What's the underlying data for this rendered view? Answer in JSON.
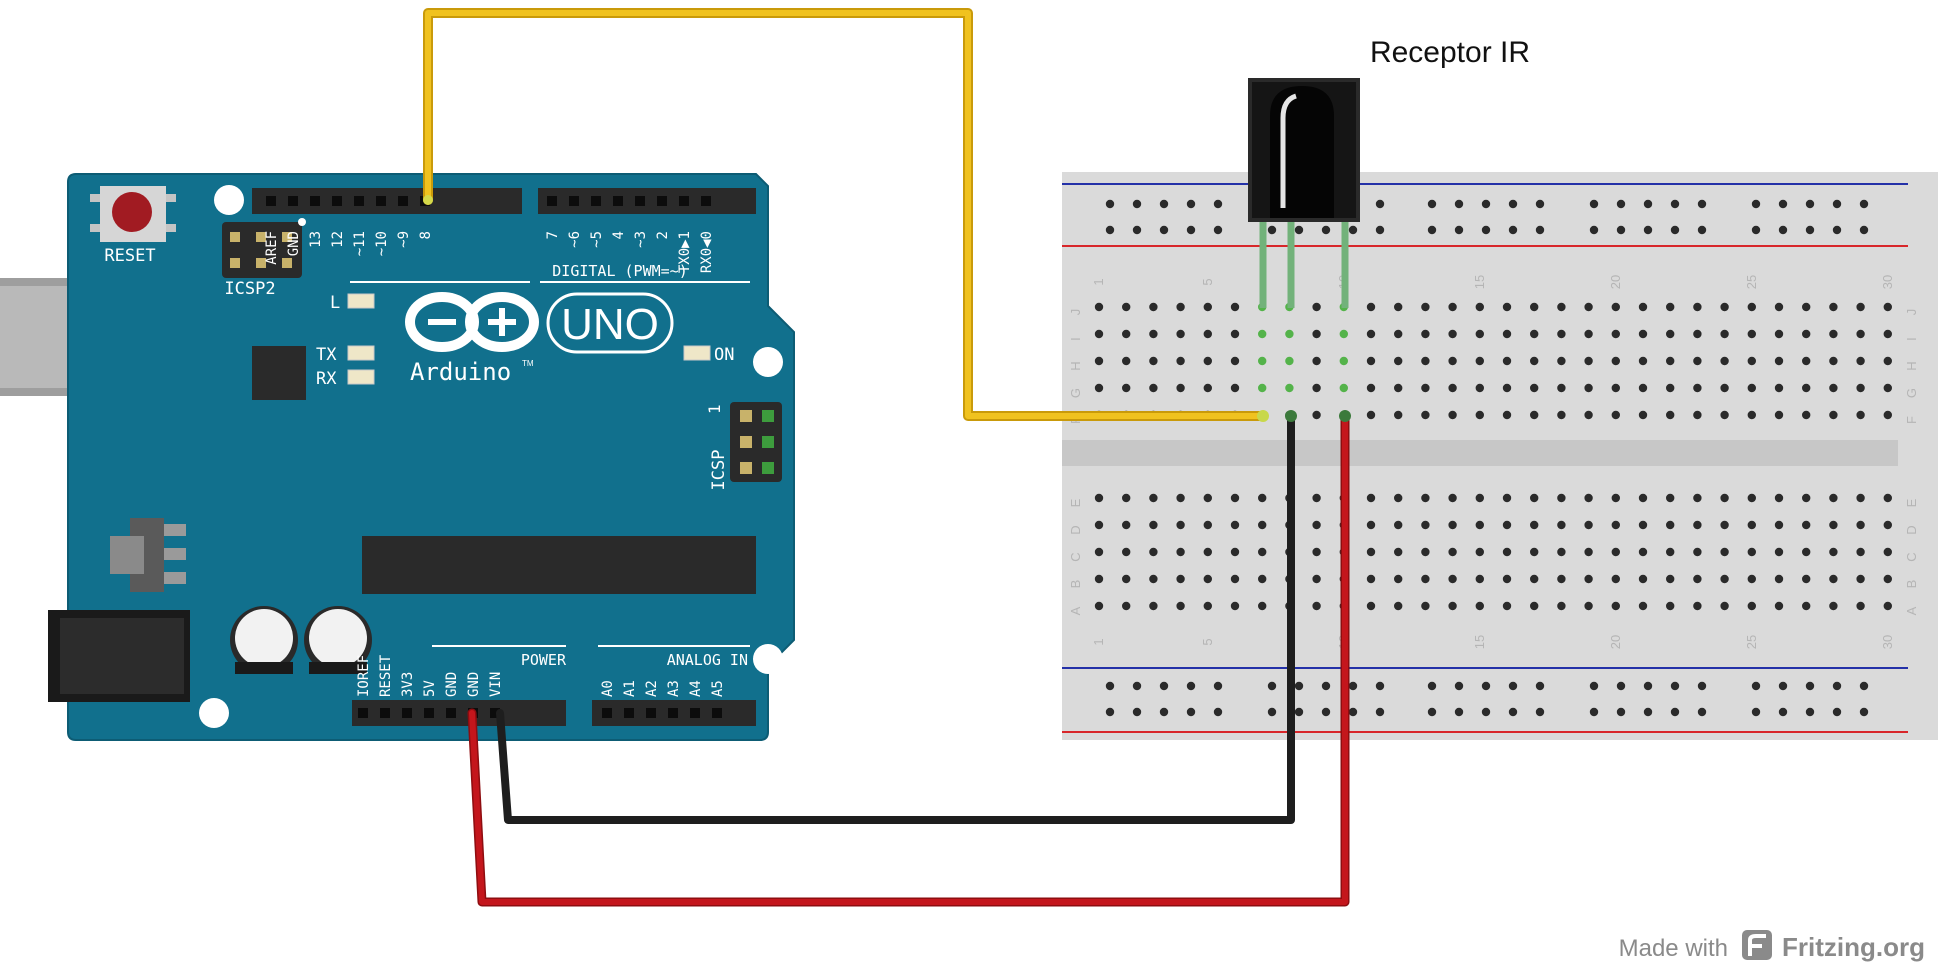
{
  "title": "Receptor IR",
  "colors": {
    "board": "#11708d",
    "board_edge": "#0d5c74",
    "breadboard": "#dadada",
    "wire_signal": "#f0c21f",
    "wire_gnd": "#1e1e1e",
    "wire_vcc": "#c4161c",
    "leg": "#72b27a",
    "rail_blue": "#2431a8",
    "rail_red": "#d8262a"
  },
  "arduino": {
    "reset": "RESET",
    "icsp2": "ICSP2",
    "icsp": "ICSP",
    "icsp_pin1": "1",
    "logo_text": "Arduino",
    "tm": "TM",
    "model": "UNO",
    "led_l": "L",
    "led_tx": "TX",
    "led_rx": "RX",
    "led_on": "ON",
    "digital": "DIGITAL (PWM=~)",
    "power": "POWER",
    "analog_in": "ANALOG IN",
    "digital_pins_left": [
      "AREF",
      "GND",
      "13",
      "12",
      "~11",
      "~10",
      "~9",
      "8"
    ],
    "digital_pins_right": [
      "7",
      "~6",
      "~5",
      "4",
      "~3",
      "2",
      "TX0▶1",
      "RX0◀0"
    ],
    "power_pins": [
      "IOREF",
      "RESET",
      "3V3",
      "5V",
      "GND",
      "GND",
      "VIN"
    ],
    "analog_pins": [
      "A0",
      "A1",
      "A2",
      "A3",
      "A4",
      "A5"
    ]
  },
  "breadboard": {
    "rows_top": [
      "J",
      "I",
      "H",
      "G",
      "F"
    ],
    "rows_bottom": [
      "E",
      "D",
      "C",
      "B",
      "A"
    ],
    "column_numbers": [
      "1",
      "5",
      "10",
      "15",
      "20",
      "25",
      "30"
    ]
  },
  "footer": {
    "made_with": "Made with",
    "brand": "Fritzing.org"
  }
}
